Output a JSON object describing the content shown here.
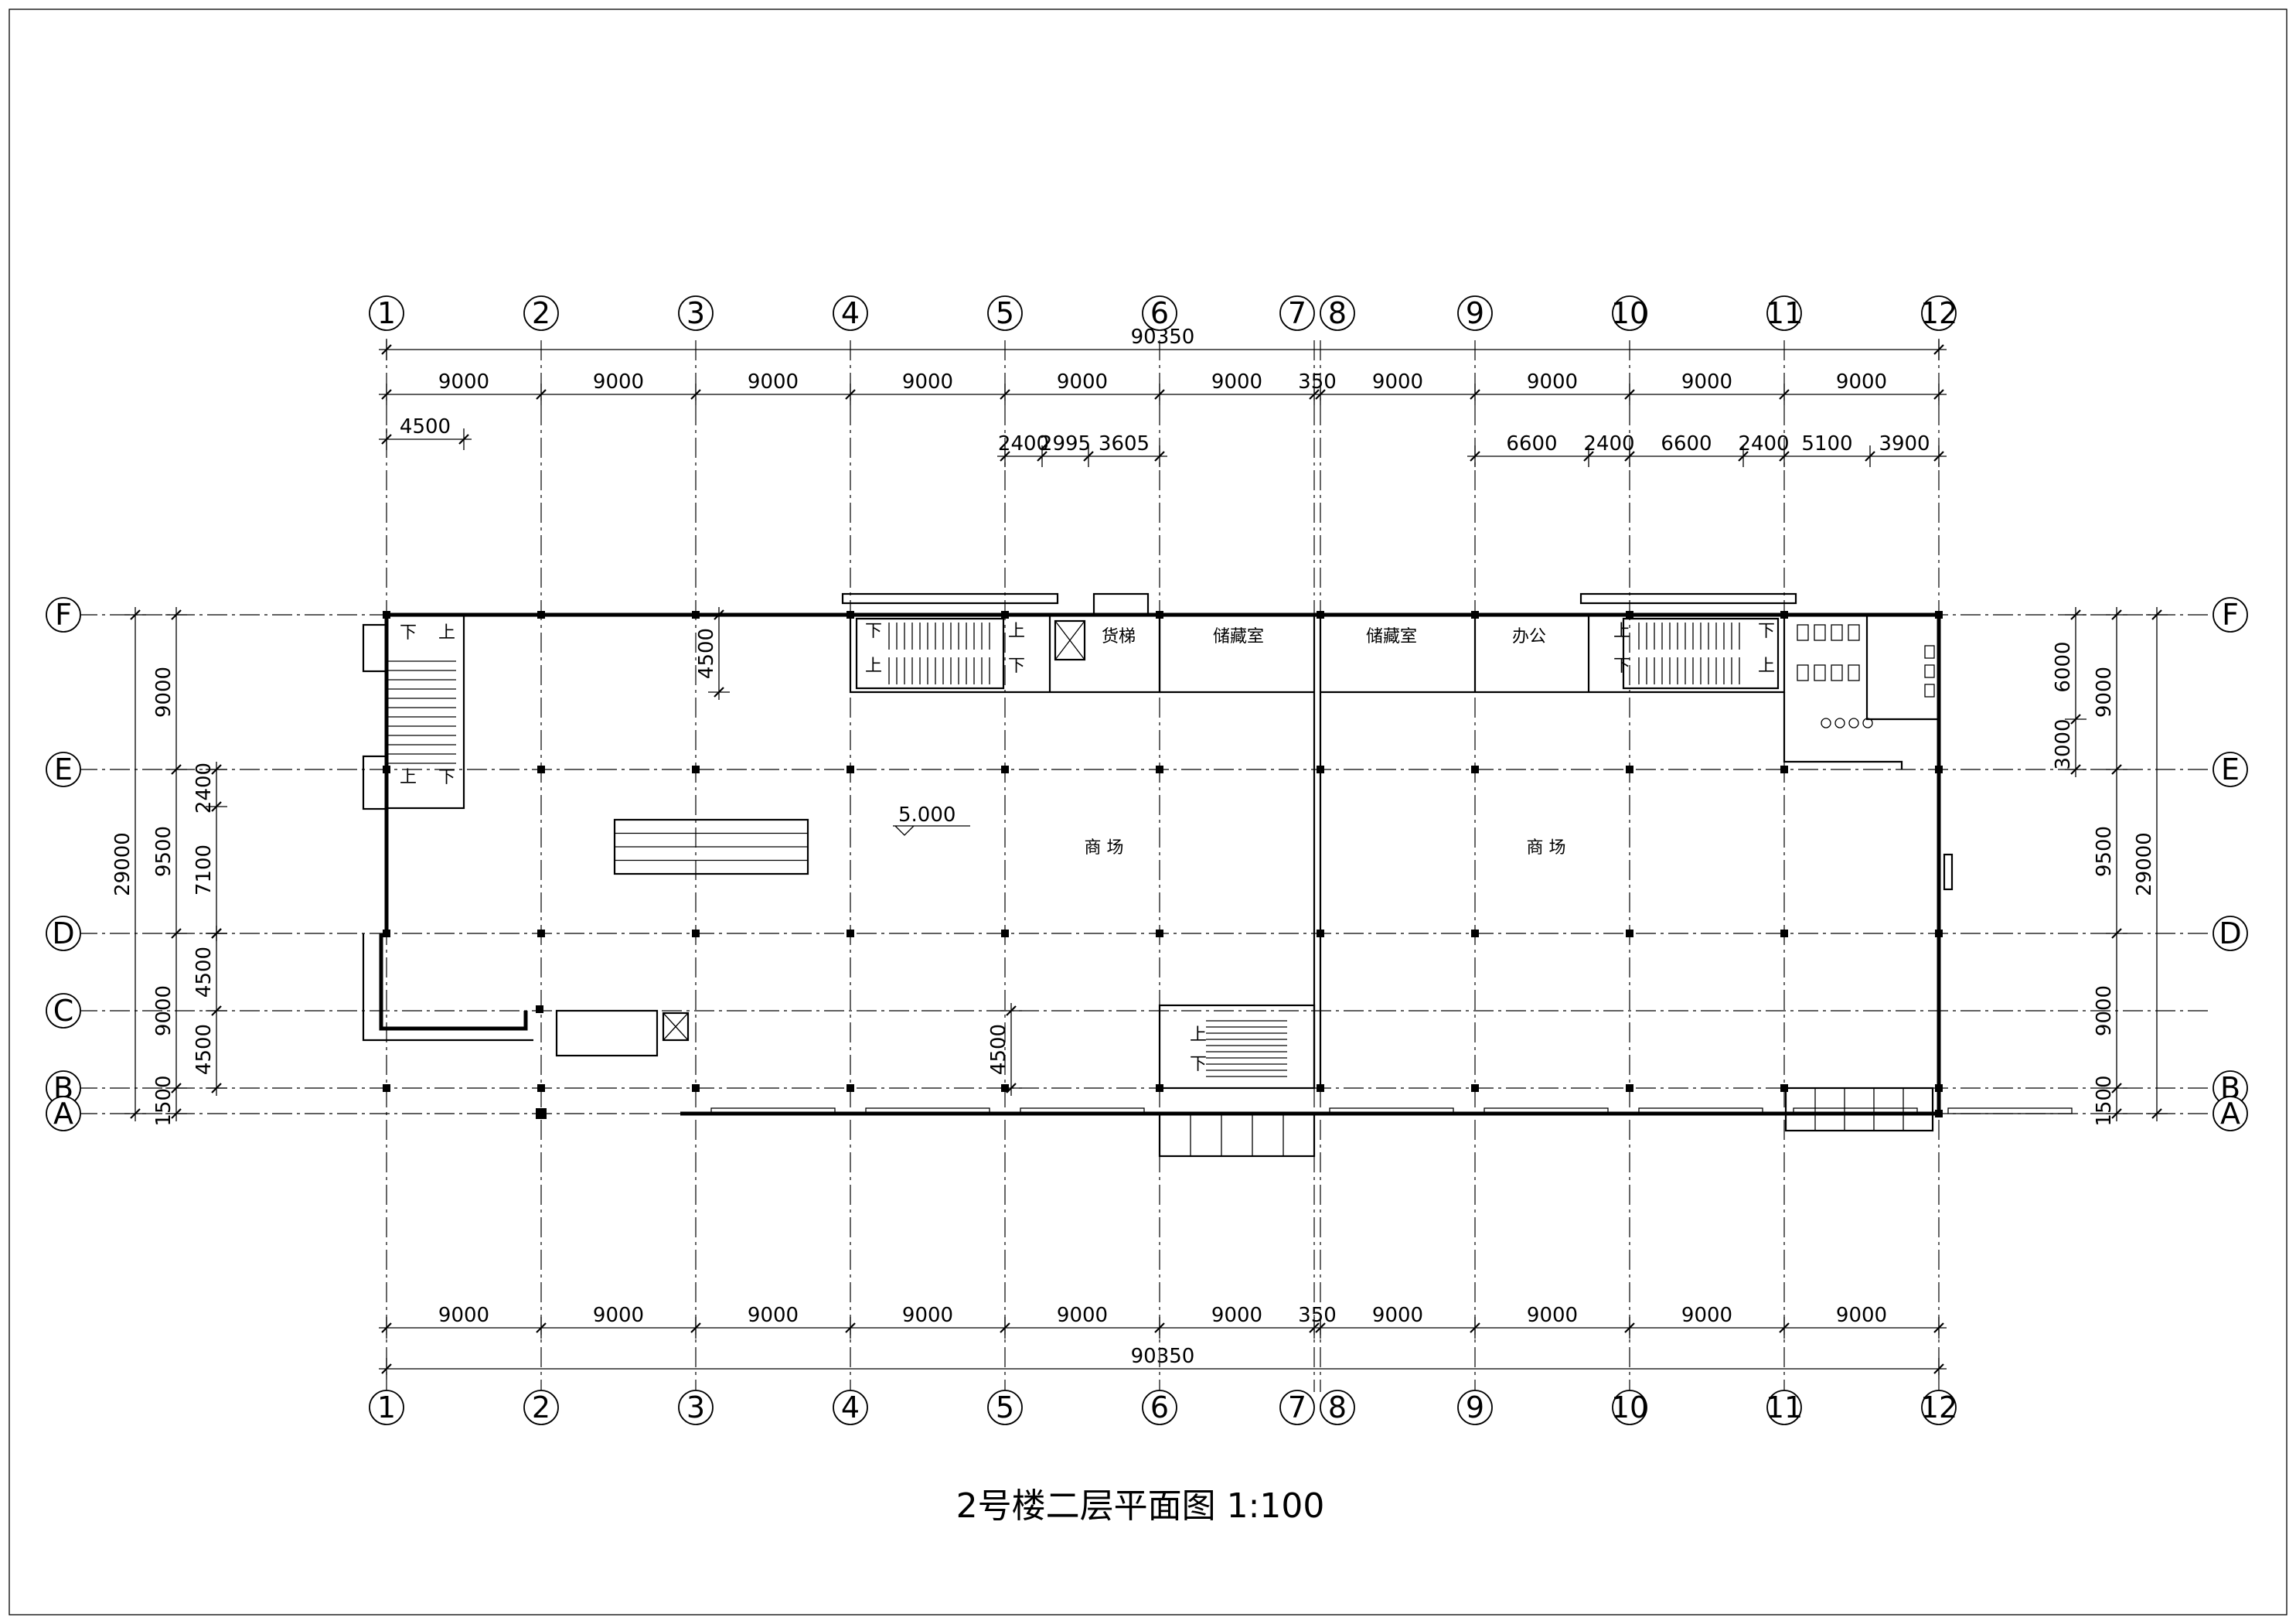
{
  "axes_top": [
    "1",
    "2",
    "3",
    "4",
    "5",
    "6",
    "7",
    "8",
    "9",
    "10",
    "11",
    "12"
  ],
  "axes_bottom": [
    "1",
    "2",
    "3",
    "4",
    "5",
    "6",
    "7",
    "8",
    "9",
    "10",
    "11",
    "12"
  ],
  "axes_left": [
    "F",
    "E",
    "D",
    "C",
    "B",
    "A"
  ],
  "axes_right": [
    "F",
    "E",
    "D",
    "B",
    "A"
  ],
  "dims_top": {
    "total": "90350",
    "spans": [
      "9000",
      "9000",
      "9000",
      "9000",
      "9000",
      "9000",
      "350",
      "9000",
      "9000",
      "9000",
      "9000"
    ],
    "sub_left": "4500",
    "sub_mid": [
      "2400",
      "2995",
      "3605"
    ],
    "sub_right": [
      "6600",
      "2400",
      "6600",
      "2400",
      "5100",
      "3900"
    ]
  },
  "dims_bottom": {
    "total": "90350",
    "spans": [
      "9000",
      "9000",
      "9000",
      "9000",
      "9000",
      "9000",
      "350",
      "9000",
      "9000",
      "9000",
      "9000"
    ]
  },
  "dims_left": {
    "total": "29000",
    "outer": [
      "9000",
      "9500",
      "9000",
      "1500"
    ],
    "inner": [
      "2400",
      "7100",
      "4500",
      "4500"
    ]
  },
  "dims_right": {
    "total": "29000",
    "outer": [
      "9000",
      "9500",
      "9000",
      "1500"
    ],
    "inner": [
      "6000",
      "3000"
    ]
  },
  "dims_misc": {
    "stair_top": "4500",
    "stair_bottom": "4500"
  },
  "rooms": {
    "freight_elevator": "货梯",
    "storage_1": "储藏室",
    "storage_2": "储藏室",
    "office": "办公",
    "mall_1": "商  场",
    "mall_2": "商  场"
  },
  "stair_marks": {
    "down": "下",
    "up": "上"
  },
  "elevation": "5.000",
  "title": "2号楼二层平面图  1:100"
}
